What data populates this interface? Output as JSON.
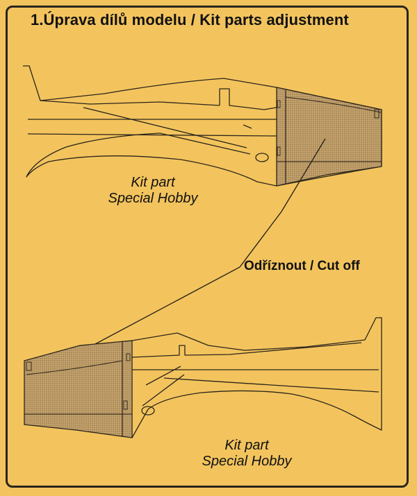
{
  "title": "1.Úprava dílů modelu / Kit parts adjustment",
  "top_part": {
    "line1": "Kit part",
    "line2": "Special Hobby"
  },
  "bottom_part": {
    "line1": "Kit part",
    "line2": "Special Hobby"
  },
  "cut_label": "Odříznout / Cut off",
  "colors": {
    "background": "#f3c45e",
    "hatch": "#c7a46c",
    "line": "#2a241a"
  }
}
